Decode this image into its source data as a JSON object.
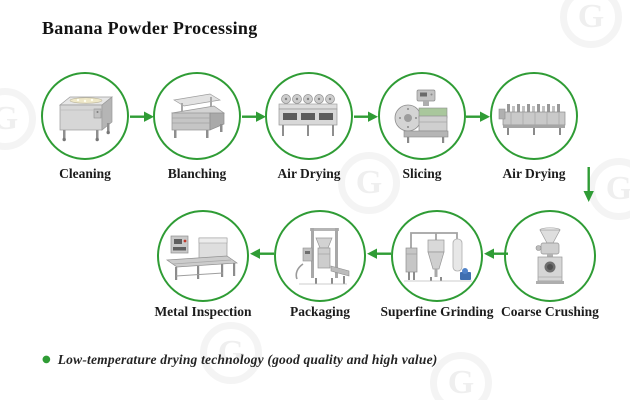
{
  "title": "Banana Powder Processing",
  "flow": {
    "top_row": [
      {
        "label": "Cleaning"
      },
      {
        "label": "Blanching"
      },
      {
        "label": "Air Drying"
      },
      {
        "label": "Slicing"
      },
      {
        "label": "Air Drying"
      }
    ],
    "bottom_row": [
      {
        "label": "Metal Inspection"
      },
      {
        "label": "Packaging"
      },
      {
        "label": "Superfine Grinding"
      },
      {
        "label": "Coarse Crushing"
      }
    ]
  },
  "footnote": {
    "bullet": "●",
    "text": "Low-temperature drying technology (good quality and high value)"
  },
  "watermark": {
    "letter": "G"
  },
  "colors": {
    "accent_green": "#2f9c35",
    "label_text": "#1c1c1c",
    "machine_silver": "#cfcfcf",
    "pump_blue": "#3f6fb0"
  }
}
